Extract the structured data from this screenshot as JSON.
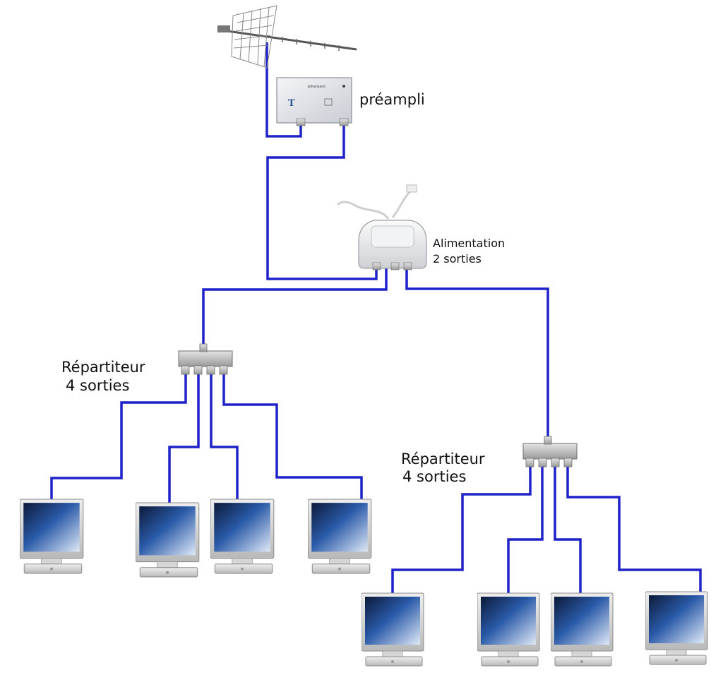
{
  "diagram": {
    "labels": {
      "preamp": "préampli",
      "power_supply_line1": "Alimentation",
      "power_supply_line2": "2 sorties",
      "splitter_left_line1": "Répartiteur",
      "splitter_left_line2": "4 sorties",
      "splitter_right_line1": "Répartiteur",
      "splitter_right_line2": "4 sorties"
    },
    "preamp_brand": "Johansson",
    "cable_color": "#1f22c8",
    "screen_count_left": 4,
    "screen_count_right": 4
  }
}
